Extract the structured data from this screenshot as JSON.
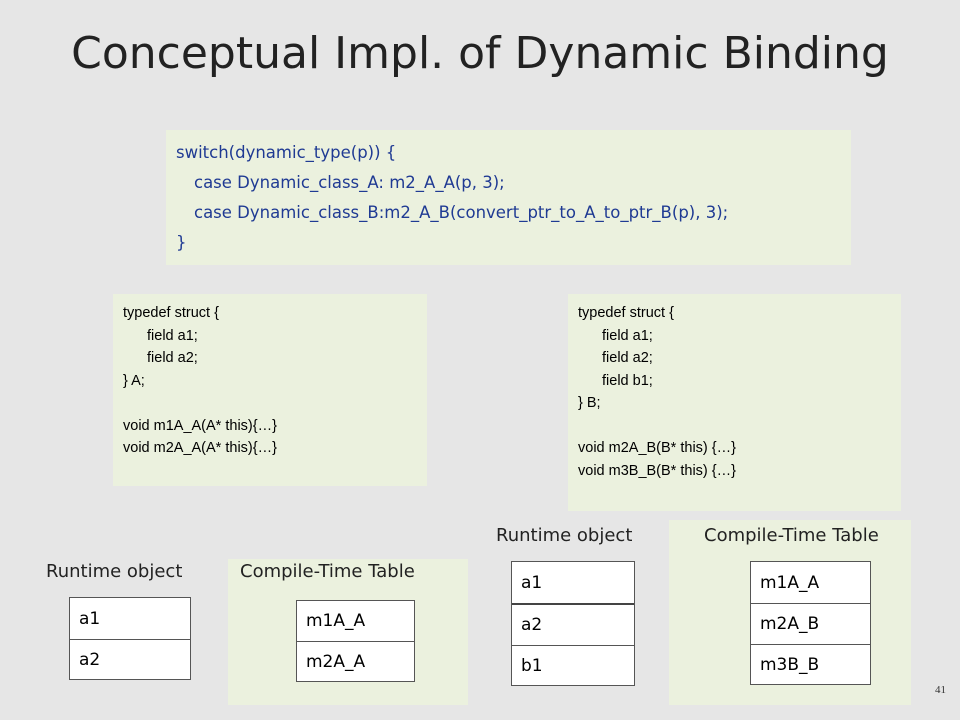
{
  "slide": {
    "title": "Conceptual Impl. of Dynamic Binding",
    "page_number": "41"
  },
  "dispatch_code": {
    "lines": [
      "switch(dynamic_type(p)) {",
      "case Dynamic_class_A: m2_A_A(p, 3);",
      "case Dynamic_class_B:m2_A_B(convert_ptr_to_A_to_ptr_B(p), 3);",
      "}"
    ]
  },
  "struct_a": {
    "lines": [
      "typedef struct  {",
      "field a1;",
      "field a2;",
      "} A;",
      "void m1A_A(A* this){…}",
      "void m2A_A(A* this){…}"
    ]
  },
  "struct_b": {
    "lines": [
      "typedef struct  {",
      "field a1;",
      "field a2;",
      "field b1;",
      "} B;",
      "void m2A_B(B* this) {…}",
      "void m3B_B(B* this) {…}"
    ]
  },
  "left_diagram": {
    "runtime_label": "Runtime object",
    "runtime_fields": [
      "a1",
      "a2"
    ],
    "table_label": "Compile-Time Table",
    "table_entries": [
      "m1A_A",
      "m2A_A"
    ]
  },
  "right_diagram": {
    "runtime_label": "Runtime object",
    "runtime_fields": [
      "a1",
      "a2",
      "b1"
    ],
    "table_label": "Compile-Time Table",
    "table_entries": [
      "m1A_A",
      "m2A_B",
      "m3B_B"
    ]
  }
}
